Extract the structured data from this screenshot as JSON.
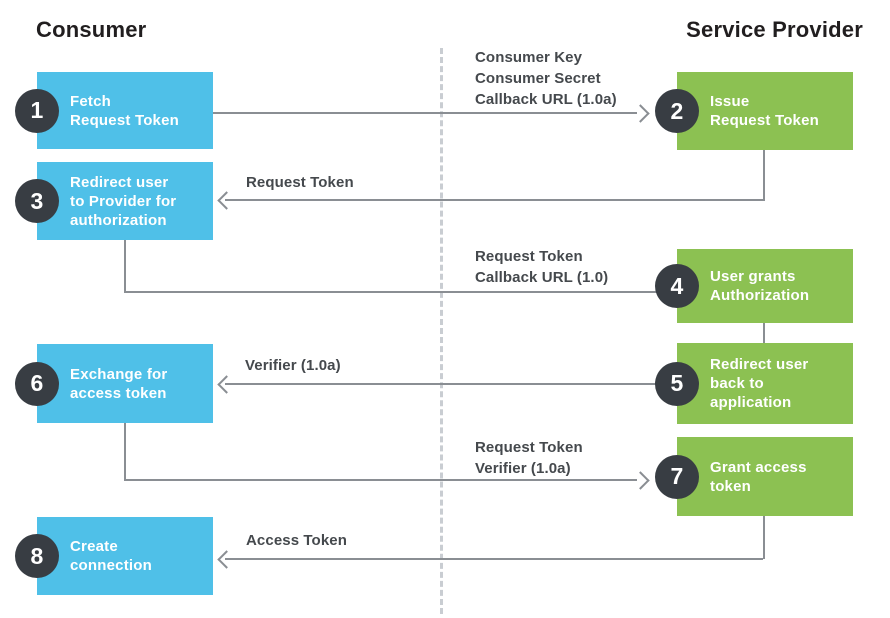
{
  "headers": {
    "left": "Consumer",
    "right": "Service Provider"
  },
  "palette": {
    "consumer_box": "#4FC0E8",
    "provider_box": "#8CC152",
    "number_badge": "#383D43",
    "arrow_line": "#8A8E93",
    "divider_dash": "#C9CDD2",
    "message_text": "#45494D",
    "header_text": "#211E1F"
  },
  "steps": [
    {
      "num": "1",
      "title_lines": [
        "Fetch",
        "Request Token"
      ]
    },
    {
      "num": "2",
      "title_lines": [
        "Issue",
        "Request Token"
      ]
    },
    {
      "num": "3",
      "title_lines": [
        "Redirect user",
        "to Provider for",
        "authorization"
      ]
    },
    {
      "num": "4",
      "title_lines": [
        "User grants",
        "Authorization"
      ]
    },
    {
      "num": "5",
      "title_lines": [
        "Redirect user",
        "back to",
        "application"
      ]
    },
    {
      "num": "6",
      "title_lines": [
        "Exchange for",
        "access token"
      ]
    },
    {
      "num": "7",
      "title_lines": [
        "Grant access",
        "token"
      ]
    },
    {
      "num": "8",
      "title_lines": [
        "Create",
        "connection"
      ]
    }
  ],
  "messages": [
    {
      "lines": [
        "Consumer Key",
        "Consumer Secret",
        "Callback URL (1.0a)"
      ],
      "direction": "to-provider"
    },
    {
      "lines": [
        "Request Token"
      ],
      "direction": "to-consumer"
    },
    {
      "lines": [
        "Request Token",
        "Callback URL (1.0)"
      ],
      "direction": "to-provider"
    },
    {
      "lines": [
        "Verifier (1.0a)"
      ],
      "direction": "to-consumer"
    },
    {
      "lines": [
        "Request Token",
        "Verifier (1.0a)"
      ],
      "direction": "to-provider"
    },
    {
      "lines": [
        "Access Token"
      ],
      "direction": "to-consumer"
    }
  ]
}
